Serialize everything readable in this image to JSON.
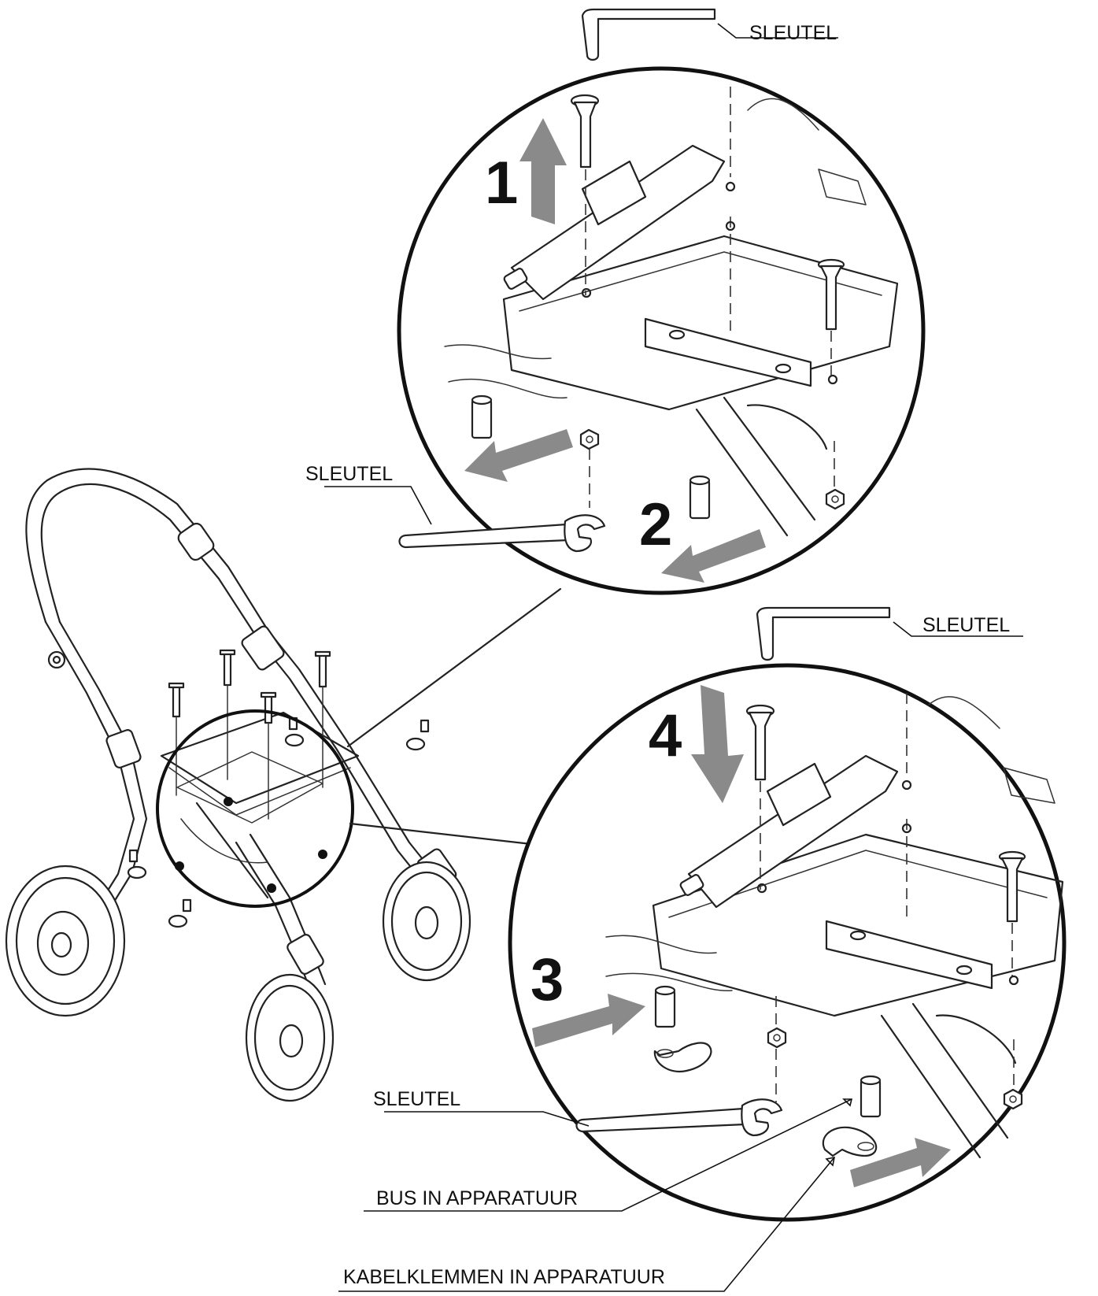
{
  "steps": [
    "1",
    "2",
    "3",
    "4"
  ],
  "labels": {
    "key_top_1": "SLEUTEL",
    "wrench_1": "SLEUTEL",
    "key_top_2": "SLEUTEL",
    "wrench_2": "SLEUTEL",
    "bus": "BUS IN APPARATUUR",
    "cable_clamps": "KABELKLEMMEN IN APPARATUUR"
  },
  "colors": {
    "line": "#222222",
    "arrow": "#8a8a8a",
    "background": "#ffffff"
  }
}
